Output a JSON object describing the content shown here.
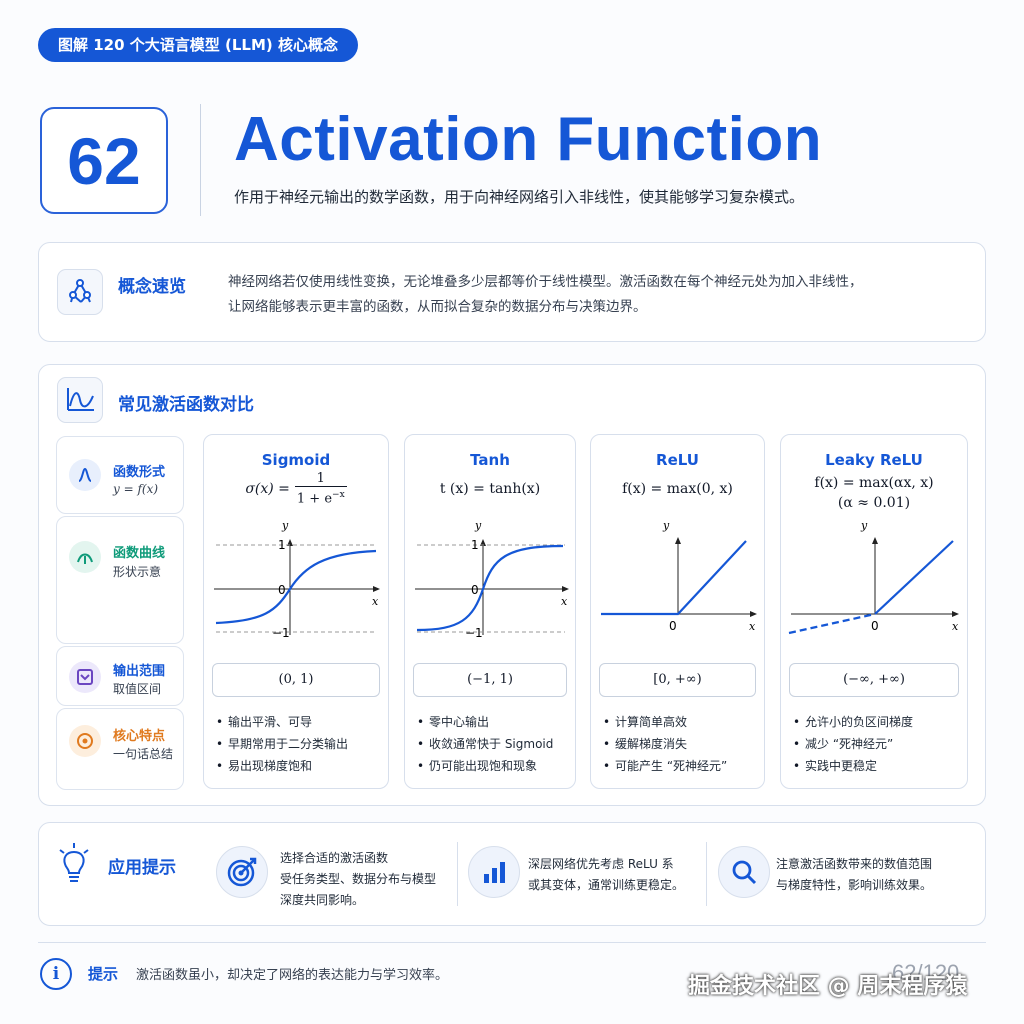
{
  "header": {
    "series_label": "图解 120 个大语言模型 (LLM) 核心概念",
    "number": "62",
    "title": "Activation Function",
    "subtitle": "作用于神经元输出的数学函数，用于向神经网络引入非线性，使其能够学习复杂模式。"
  },
  "overview": {
    "title": "概念速览",
    "icon": "network-icon",
    "lines": [
      "神经网络若仅使用线性变换，无论堆叠多少层都等价于线性模型。激活函数在每个神经元处为加入非线性，",
      "让网络能够表示更丰富的函数，从而拟合复杂的数据分布与决策边界。"
    ]
  },
  "comparison": {
    "title": "常见激活函数对比",
    "icon": "curve-chart-icon",
    "row_labels": [
      {
        "title": "函数形式",
        "sub": "y = f(x)",
        "color": "#1557d6",
        "icon": "function-icon"
      },
      {
        "title": "函数曲线",
        "sub": "形状示意",
        "color": "#0f9b7a",
        "icon": "curve-icon"
      },
      {
        "title": "输出范围",
        "sub": "取值区间",
        "color": "#1557d6",
        "icon": "range-icon"
      },
      {
        "title": "核心特点",
        "sub": "一句话总结",
        "color": "#e07a1f",
        "icon": "target-icon"
      }
    ],
    "functions": [
      {
        "name": "Sigmoid",
        "formula_lhs": "σ(x) =",
        "formula_num": "1",
        "formula_den": "1 + e",
        "formula_exp": "−x",
        "graph": {
          "y_ticks": [
            "1",
            "0",
            "−1"
          ],
          "x_label": "x",
          "y_label": "y"
        },
        "range": "(0, 1)",
        "points": [
          "输出平滑、可导",
          "早期常用于二分类输出",
          "易出现梯度饱和"
        ]
      },
      {
        "name": "Tanh",
        "formula": "t (x) = tanh(x)",
        "graph": {
          "y_ticks": [
            "1",
            "0",
            "−1"
          ],
          "x_label": "x",
          "y_label": "y"
        },
        "range": "(−1, 1)",
        "points": [
          "零中心输出",
          "收敛通常快于 Sigmoid",
          "仍可能出现饱和现象"
        ]
      },
      {
        "name": "ReLU",
        "formula": "f(x) = max(0, x)",
        "graph": {
          "origin": "0",
          "x_label": "x",
          "y_label": "y"
        },
        "range": "[0, +∞)",
        "points": [
          "计算简单高效",
          "缓解梯度消失",
          "可能产生 “死神经元”"
        ]
      },
      {
        "name": "Leaky ReLU",
        "formula": "f(x) = max(αx, x)",
        "formula2": "(α ≈ 0.01)",
        "graph": {
          "origin": "0",
          "x_label": "x",
          "y_label": "y"
        },
        "range": "(−∞, +∞)",
        "points": [
          "允许小的负区间梯度",
          "减少 “死神经元”",
          "实践中更稳定"
        ]
      }
    ]
  },
  "tips": {
    "title": "应用提示",
    "icon": "lightbulb-icon",
    "items": [
      {
        "icon": "target-arrow-icon",
        "lines": [
          "选择合适的激活函数",
          "受任务类型、数据分布与模型",
          "深度共同影响。"
        ]
      },
      {
        "icon": "bar-chart-icon",
        "lines": [
          "深层网络优先考虑 ReLU 系",
          "或其变体，通常训练更稳定。"
        ]
      },
      {
        "icon": "magnifier-icon",
        "lines": [
          "注意激活函数带来的数值范围",
          "与梯度特性，影响训练效果。"
        ]
      }
    ]
  },
  "footer": {
    "icon": "info-icon",
    "tip_label": "提示",
    "tip_text": "激活函数虽小，却决定了网络的表达能力与学习效率。",
    "page": "62/120",
    "watermark": "掘金技术社区 @ 周末程序猿"
  },
  "colors": {
    "brand": "#1557d6",
    "border": "#d7dfec"
  }
}
